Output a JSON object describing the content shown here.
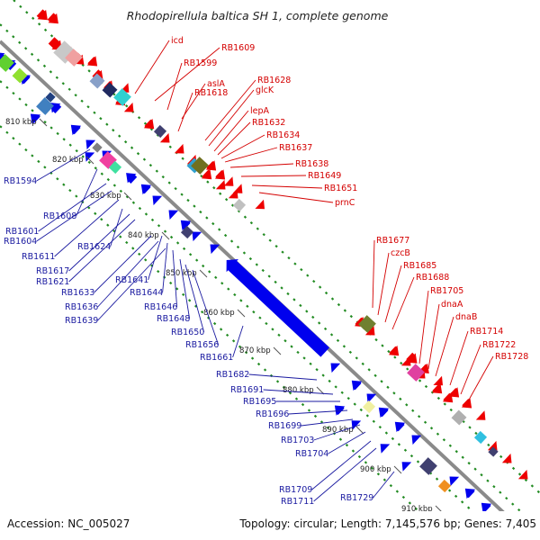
{
  "title": "Rhodopirellula baltica SH 1, complete genome",
  "footer": {
    "accession": "Accession: NC_005027",
    "summary": "Topology: circular; Length: 7,145,576 bp; Genes: 7,405"
  },
  "ticks": [
    "810 kbp",
    "820 kbp",
    "830 kbp",
    "840 kbp",
    "850 kbp",
    "860 kbp",
    "870 kbp",
    "880 kbp",
    "890 kbp",
    "900 kbp",
    "910 kbp"
  ],
  "forward_labels": [
    "icd",
    "RB1609",
    "RB1599",
    "aslA",
    "RB1618",
    "RB1628",
    "glcK",
    "lepA",
    "RB1632",
    "RB1634",
    "RB1637",
    "RB1638",
    "RB1649",
    "RB1651",
    "prnC",
    "RB1677",
    "czcB",
    "RB1685",
    "RB1688",
    "RB1705",
    "dnaA",
    "dnaB",
    "RB1714",
    "RB1722",
    "RB1728"
  ],
  "reverse_labels": [
    "RB1594",
    "RB1608",
    "RB1601",
    "RB1604",
    "RB1611",
    "RB1624",
    "RB1617",
    "RB1621",
    "RB1633",
    "RB1641",
    "RB1644",
    "RB1636",
    "RB1646",
    "RB1639",
    "RB1648",
    "RB1650",
    "RB1656",
    "RB1661",
    "RB1682",
    "RB1691",
    "RB1695",
    "RB1696",
    "RB1699",
    "RB1703",
    "RB1704",
    "RB1709",
    "RB1711",
    "RB1729"
  ],
  "colors": {
    "forward_gene": "#ee0000",
    "reverse_gene": "#0000ee",
    "backbone": "#8a8a8a",
    "gc_dots": "#228b22",
    "forward_label": "#d40000",
    "reverse_label": "#1a1aa0"
  }
}
